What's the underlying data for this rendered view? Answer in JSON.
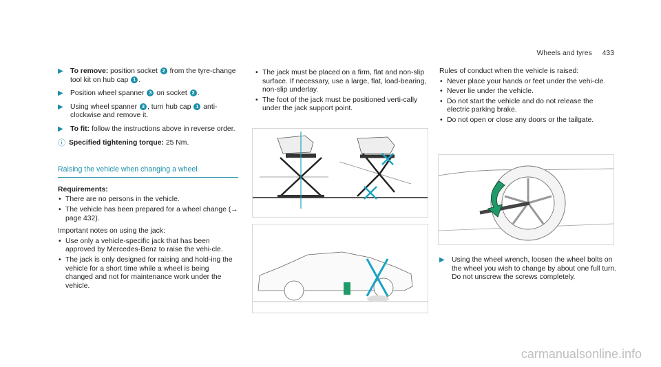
{
  "header": {
    "title": "Wheels and tyres",
    "page": "433"
  },
  "col1": {
    "steps": [
      {
        "label": "To remove:",
        "text_a": "position socket",
        "n1": "2",
        "text_b": "from the tyre-change tool kit on hub cap",
        "n2": "1",
        "text_c": "."
      },
      {
        "text_a": "Position wheel spanner",
        "n1": "3",
        "text_b": "on socket",
        "n2": "2",
        "text_c": "."
      },
      {
        "text_a": "Using wheel spanner",
        "n1": "3",
        "text_b": ", turn hub cap",
        "n2": "1",
        "text_c": "anti-clockwise and remove it."
      },
      {
        "label": "To fit:",
        "text": "follow the instructions above in reverse order."
      }
    ],
    "note": {
      "label": "Specified tightening torque:",
      "value": "25 Nm."
    },
    "section_title": "Raising the vehicle when changing a wheel",
    "requirements_label": "Requirements:",
    "requirements": [
      "There are no persons in the vehicle.",
      "The vehicle has been prepared for a wheel change (→ page 432)."
    ],
    "important_notes_intro": "Important notes on using the jack:",
    "important_notes": [
      "Use only a vehicle-specific jack that has been approved by Mercedes-Benz to raise the vehi-cle.",
      "The jack is only designed for raising and hold-ing the vehicle for a short time while a wheel is being changed and not for maintenance work under the vehicle."
    ]
  },
  "col2": {
    "bullets": [
      "The jack must be placed on a firm, flat and non-slip surface. If necessary, use a large, flat, load-bearing, non-slip underlay.",
      "The foot of the jack must be positioned verti-cally under the jack support point."
    ]
  },
  "col3": {
    "intro": "Rules of conduct when the vehicle is raised:",
    "bullets": [
      "Never place your hands or feet under the vehi-cle.",
      "Never lie under the vehicle.",
      "Do not start the vehicle and do not release the electric parking brake.",
      "Do not open or close any doors or the tailgate."
    ],
    "step": "Using the wheel wrench, loosen the wheel bolts on the wheel you wish to change by about one full turn. Do not unscrew the screws completely."
  },
  "footer": {
    "watermark": "carmanualsonline.info"
  },
  "colors": {
    "accent": "#1a8fa8",
    "prohibit": "#1aa3c4",
    "arrow_fill": "#1f9a68"
  },
  "icons": [
    "step-arrow-icon",
    "info-icon",
    "prohibited-cross-icon",
    "rotation-arrow-icon"
  ]
}
